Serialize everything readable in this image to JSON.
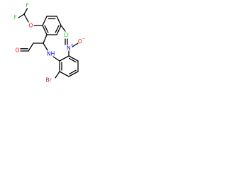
{
  "molecule": {
    "labels": {
      "fluorine_top": "F",
      "fluorine_left": "F",
      "ether_oxygen": "O",
      "chlorine": "Cl",
      "aldehyde_oxygen": "O",
      "amine": "NH",
      "nitro_nitrogen": "N",
      "nitro_plus": "+",
      "nitro_oxygen": "O",
      "nitro_minus": "−",
      "bromine": "Br"
    },
    "colors": {
      "bond": "#000000",
      "fluorine": "#33cc33",
      "chlorine": "#33cc33",
      "oxygen": "#ff0000",
      "nitrogen": "#0000ff",
      "bromine": "#a52a2a"
    }
  }
}
